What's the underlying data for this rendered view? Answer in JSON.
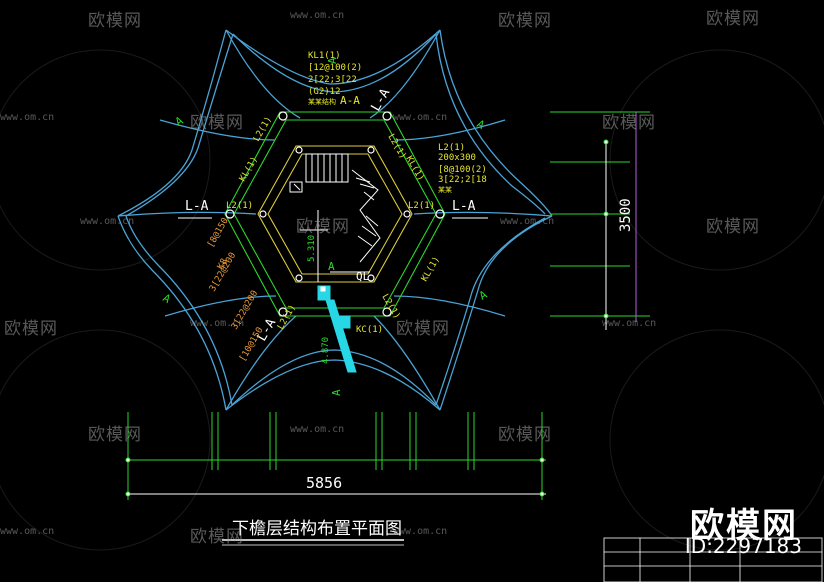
{
  "watermark": {
    "logo_text": "欧模网",
    "url_text": "www.om.cn",
    "big_logo": "欧模网",
    "id_text": "ID:2297183"
  },
  "drawing": {
    "title": "下檐层结构布置平面图",
    "dimension_horizontal": "5856",
    "dimension_vertical": "3500",
    "section_label": "A-A",
    "section_mark_left": "L-A",
    "section_mark_right": "L-A",
    "section_mark_bottom": "L-A",
    "axis_mark": "A",
    "kl1_top": [
      "KL1(1)",
      "[12@100(2)",
      "2[22;3[22",
      "(G2)12"
    ],
    "kl1_top_note": "某某结构",
    "l2_right": [
      "L2(1)",
      "200x300",
      "[8@100(2)",
      "3[22;2[18"
    ],
    "l2_right_note": "某某",
    "slab_left": [
      "[8@150",
      "K8",
      "3[22@200",
      "3[22@200",
      "[10@150"
    ],
    "elev_a": "5.310",
    "elev_b": "4.870",
    "label_ql": "QL",
    "label_kl1": "KL(1)",
    "label_l2": "L2(1)",
    "label_kc": "KC(1)"
  },
  "colors": {
    "roof_line": "#4aa3d6",
    "grid_green": "#2bd92b",
    "text_yellow": "#e6e62e",
    "hex_yellow": "#dccb3a",
    "white": "#ffffff",
    "dim_magenta": "#b25fd8",
    "column_cyan": "#27d7e6"
  }
}
